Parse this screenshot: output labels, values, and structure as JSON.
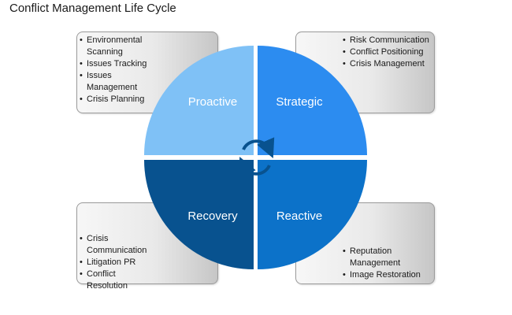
{
  "title": "Conflict Management Life Cycle",
  "colors": {
    "proactive": "#7fc1f6",
    "strategic": "#2c8cf0",
    "recovery": "#08528f",
    "reactive": "#0c72c9",
    "cycle_arrows": "#08528f"
  },
  "quadrants": [
    {
      "label": "Proactive",
      "items": [
        "Environmental Scanning",
        "Issues Tracking",
        "Issues Management",
        "Crisis Planning"
      ]
    },
    {
      "label": "Strategic",
      "items": [
        "Risk Communication",
        "Conflict Positioning",
        "Crisis Management"
      ]
    },
    {
      "label": "Recovery",
      "items": [
        "Crisis Communication",
        "Litigation PR",
        "Conflict Resolution"
      ]
    },
    {
      "label": "Reactive",
      "items": [
        "Reputation Management",
        "Image Restoration"
      ]
    }
  ],
  "center_icon": "cycle-arrows-icon"
}
